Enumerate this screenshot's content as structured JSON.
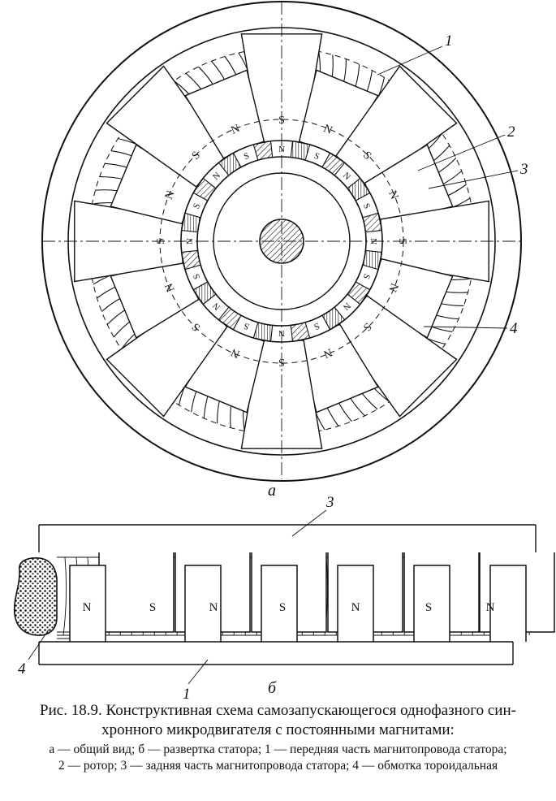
{
  "figure": {
    "view_a_label": "а",
    "view_b_label": "б",
    "leaders": [
      "1",
      "2",
      "3",
      "4"
    ],
    "pole_letters": [
      "N",
      "S"
    ]
  },
  "caption": {
    "line1": "Рис. 18.9. Конструктивная схема самозапускающегося однофазного син-",
    "line2": "хронного микродвигателя с постоянными магнитами:",
    "line3": "а — общий вид; б — развертка статора; 1 — передняя часть магнитопровода статора;",
    "line4": "2 — ротор; 3 — задняя часть магнитопровода статора; 4 — обмотка тороидальная"
  }
}
